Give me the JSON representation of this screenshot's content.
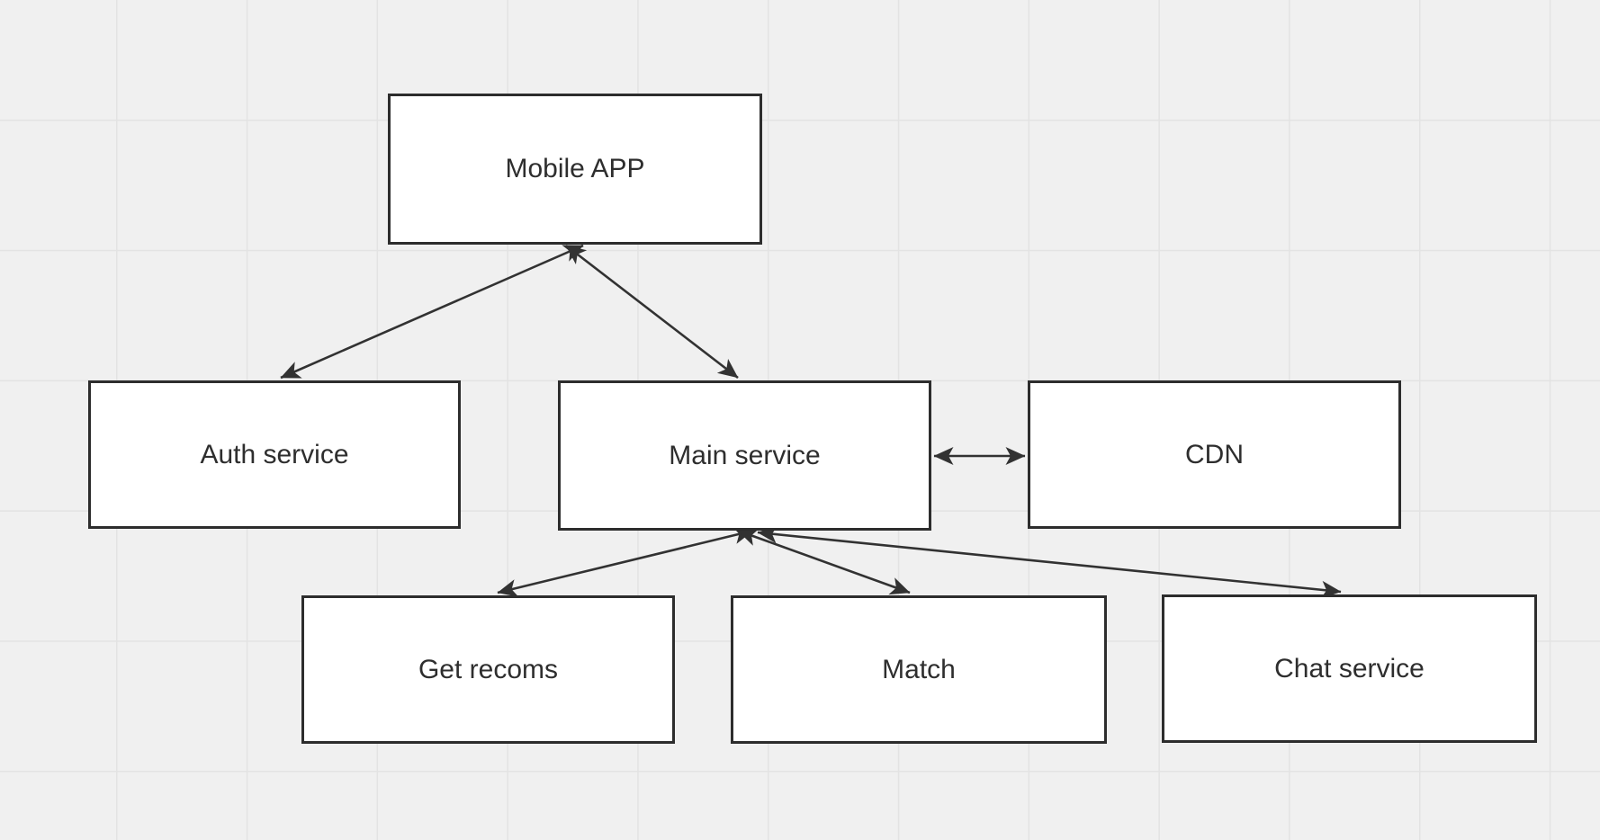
{
  "diagram": {
    "nodes": [
      {
        "id": "mobile-app",
        "label": "Mobile APP"
      },
      {
        "id": "auth-service",
        "label": "Auth service"
      },
      {
        "id": "main-service",
        "label": "Main service"
      },
      {
        "id": "cdn",
        "label": "CDN"
      },
      {
        "id": "get-recoms",
        "label": "Get recoms"
      },
      {
        "id": "match",
        "label": "Match"
      },
      {
        "id": "chat-service",
        "label": "Chat service"
      }
    ],
    "edges": [
      {
        "from": "mobile-app",
        "to": "auth-service",
        "bidirectional": true
      },
      {
        "from": "mobile-app",
        "to": "main-service",
        "bidirectional": true
      },
      {
        "from": "main-service",
        "to": "cdn",
        "bidirectional": true
      },
      {
        "from": "main-service",
        "to": "get-recoms",
        "bidirectional": true
      },
      {
        "from": "main-service",
        "to": "match",
        "bidirectional": true
      },
      {
        "from": "main-service",
        "to": "chat-service",
        "bidirectional": true
      }
    ],
    "colors": {
      "background": "#f0f0f0",
      "grid_line": "#e3e3e3",
      "node_fill": "#ffffff",
      "node_border": "#2d2d2d",
      "arrow": "#323232",
      "text": "#2e2e2e"
    }
  }
}
